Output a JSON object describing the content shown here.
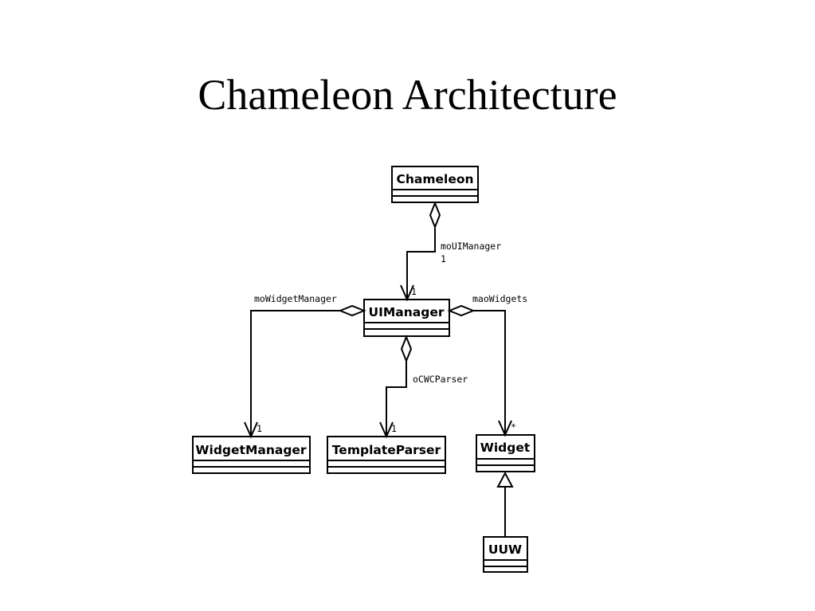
{
  "slide": {
    "title": "Chameleon Architecture"
  },
  "classes": {
    "chameleon": "Chameleon",
    "uimanager": "UIManager",
    "widgetmanager": "WidgetManager",
    "templateparser": "TemplateParser",
    "widget": "Widget",
    "uuw": "UUW"
  },
  "associations": {
    "chameleon_uimanager": {
      "role": "moUIManager",
      "role_mult": "1",
      "target_mult": "1"
    },
    "uimanager_widgetmanager": {
      "role": "moWidgetManager",
      "target_mult": "1"
    },
    "uimanager_templateparser": {
      "role": "oCWCParser",
      "target_mult": "1"
    },
    "uimanager_widget": {
      "role": "maoWidgets",
      "target_mult": "*"
    }
  }
}
